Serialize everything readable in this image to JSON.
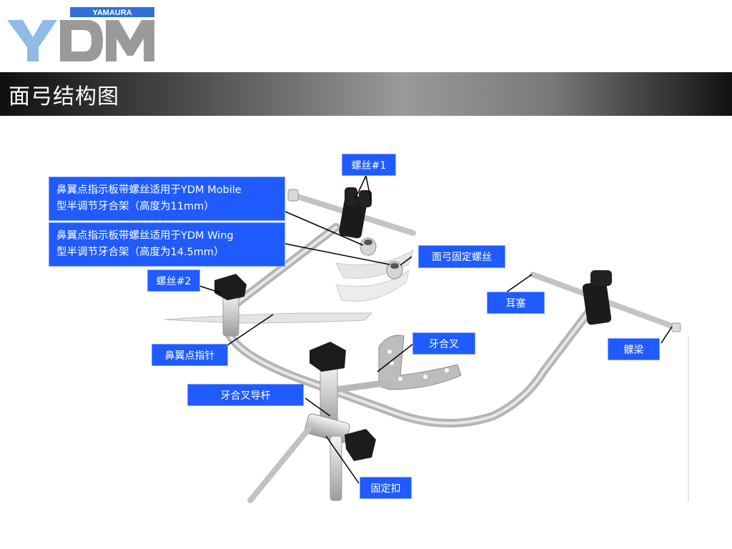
{
  "logo": {
    "brand": "YAMAURA",
    "mark": "YDM",
    "colors": {
      "blue": "#2f6fd6",
      "gray": "#9a9a9a"
    }
  },
  "slide": {
    "title": "面弓结构图",
    "title_bar_colors": [
      "#101010",
      "#9a9a9a",
      "#111111"
    ]
  },
  "labels": {
    "screw1": "螺丝#1",
    "indicator_mobile": [
      "鼻翼点指示板带螺丝适用于YDM Mobile",
      "型半调节牙合架（高度为11mm）"
    ],
    "indicator_wing": [
      "鼻翼点指示板带螺丝适用于YDM Wing",
      "型半调节牙合架（高度为14.5mm）"
    ],
    "facebow_screw": "面弓固定螺丝",
    "screw2": "螺丝#2",
    "ear_plug": "耳塞",
    "nose_pointer": "鼻翼点指针",
    "bite_fork": "牙合叉",
    "nasion_bridge": "髁梁",
    "bite_fork_rod": "牙合叉导杆",
    "clamp": "固定扣"
  },
  "label_color": "#1f5bff"
}
